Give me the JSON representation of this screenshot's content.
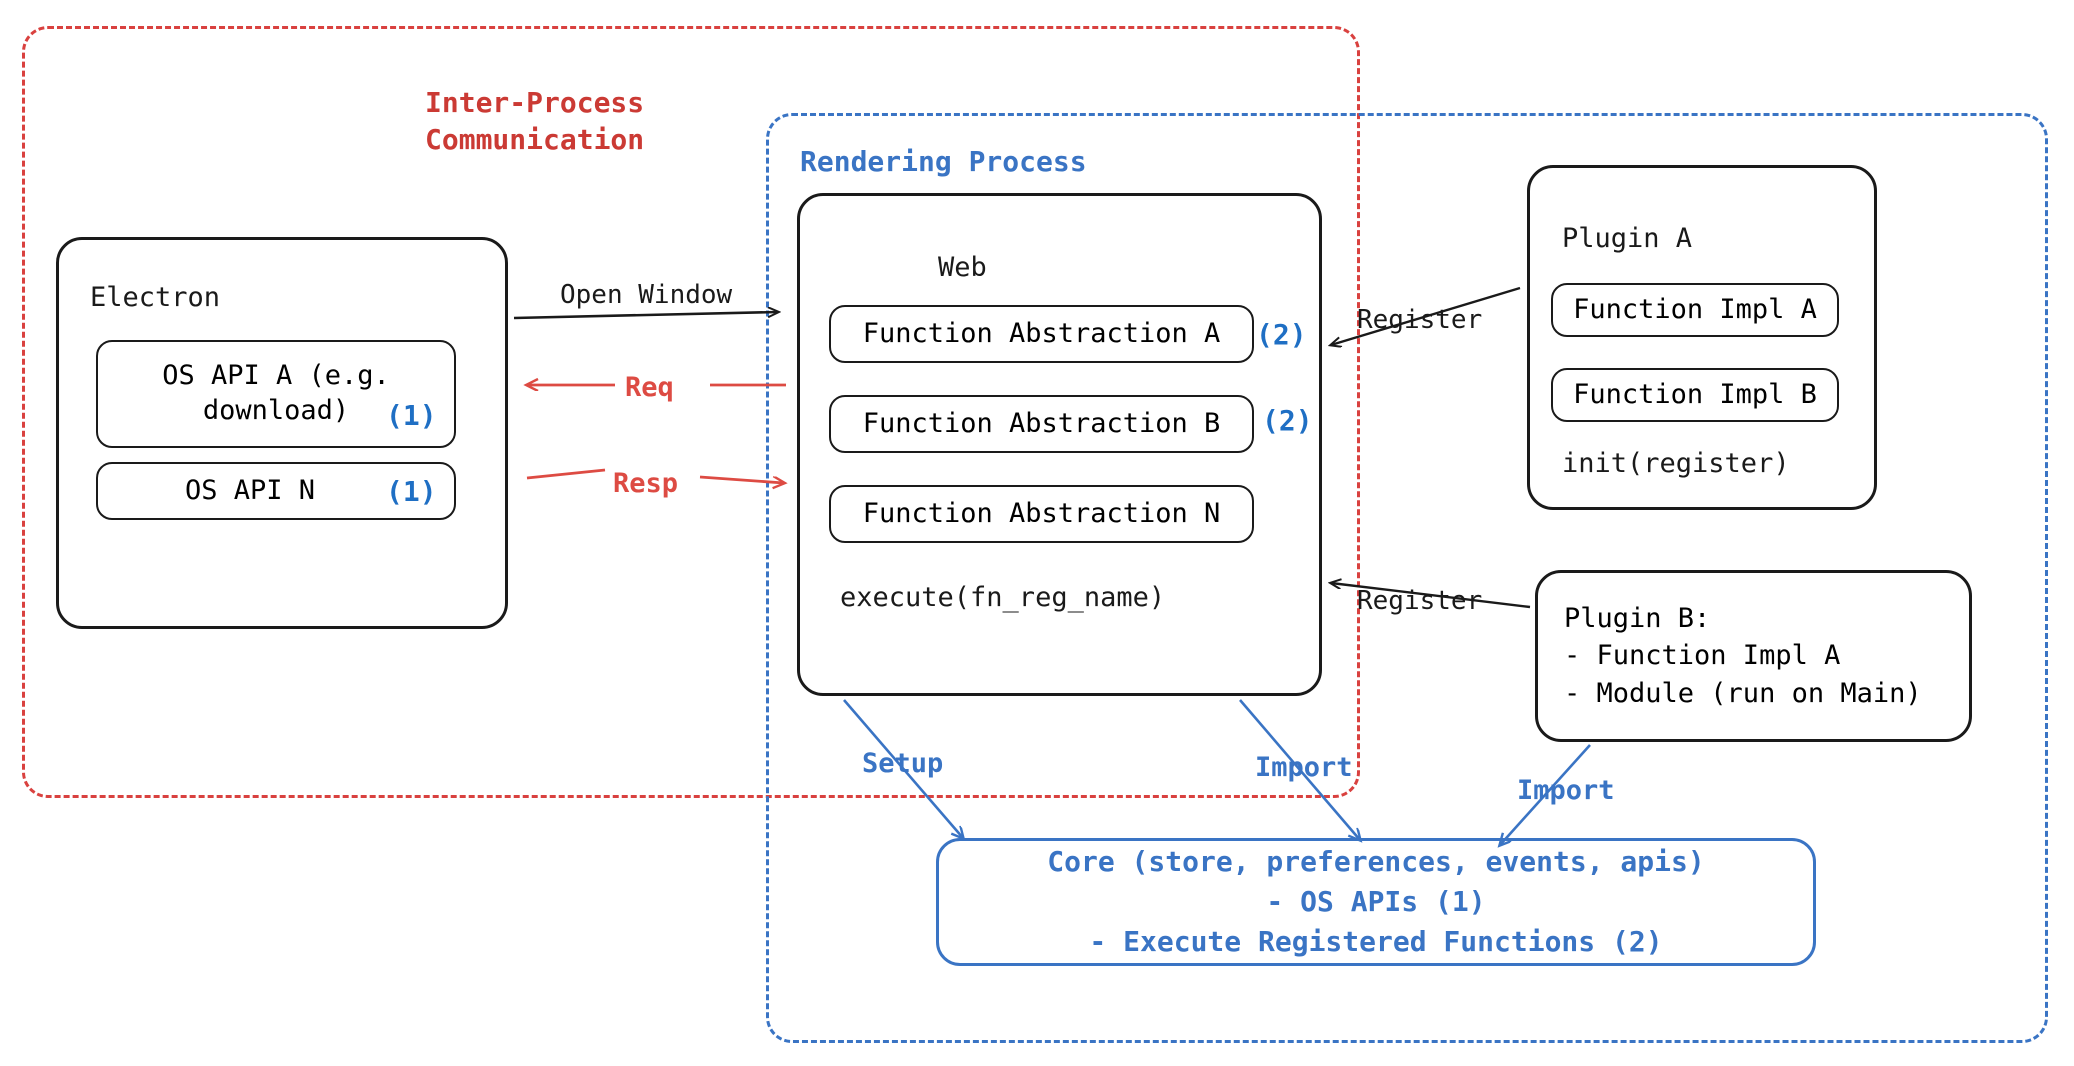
{
  "diagram": {
    "title_ipc": "Inter-Process\nCommunication",
    "title_rendering": "Rendering Process"
  },
  "electron": {
    "title": "Electron",
    "apis": [
      {
        "label": "OS API A (e.g.\ndownload)",
        "marker": "(1)"
      },
      {
        "label": "OS API N",
        "marker": "(1)"
      }
    ]
  },
  "web": {
    "title": "Web",
    "abstractions": [
      {
        "label": "Function Abstraction A",
        "marker": "(2)"
      },
      {
        "label": "Function Abstraction B",
        "marker": "(2)"
      },
      {
        "label": "Function Abstraction N",
        "marker": ""
      }
    ],
    "execute": "execute(fn_reg_name)"
  },
  "plugin_a": {
    "title": "Plugin A",
    "impls": [
      "Function Impl A",
      "Function Impl B"
    ],
    "init": "init(register)"
  },
  "plugin_b": {
    "text": "Plugin B:\n- Function Impl A\n- Module (run on Main)"
  },
  "core": {
    "line1": "Core (store, preferences, events, apis)",
    "line2": "- OS APIs (1)",
    "line3": "- Execute Registered Functions (2)"
  },
  "edges": {
    "open_window": "Open Window",
    "req": "Req",
    "resp": "Resp",
    "register_a": "Register",
    "register_b": "Register",
    "setup": "Setup",
    "import_web": "Import",
    "import_plugin": "Import"
  },
  "colors": {
    "ipc_red": "#cb3a34",
    "arrow_red": "#dd4b43",
    "process_blue": "#3a74c4",
    "marker_blue": "#1f6fc4",
    "ink": "#1a1a1a"
  }
}
